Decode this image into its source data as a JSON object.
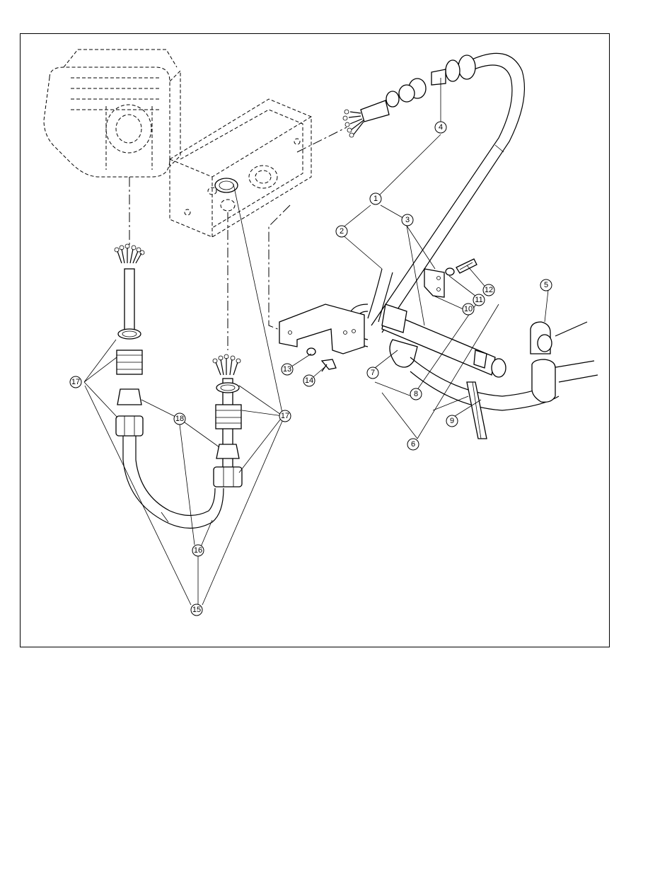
{
  "callouts": [
    {
      "label": "1"
    },
    {
      "label": "2"
    },
    {
      "label": "3"
    },
    {
      "label": "4"
    },
    {
      "label": "5"
    },
    {
      "label": "6"
    },
    {
      "label": "7"
    },
    {
      "label": "8"
    },
    {
      "label": "9"
    },
    {
      "label": "10"
    },
    {
      "label": "11"
    },
    {
      "label": "12"
    },
    {
      "label": "13"
    },
    {
      "label": "14"
    },
    {
      "label": "15"
    },
    {
      "label": "16"
    },
    {
      "label": "17"
    },
    {
      "label": "17"
    },
    {
      "label": "18"
    }
  ]
}
